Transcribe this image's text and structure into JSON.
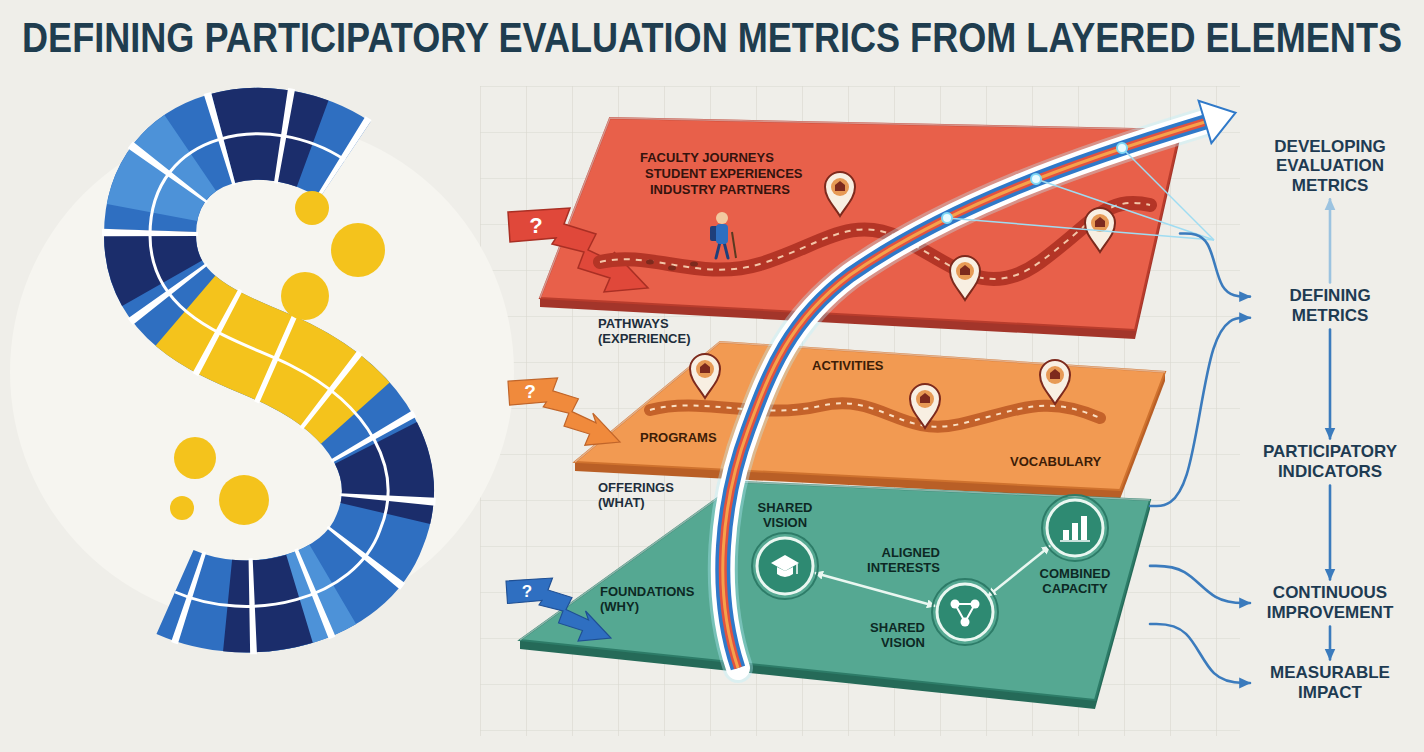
{
  "diagram": {
    "title": "DEFINING PARTICIPATORY EVALUATION METRICS FROM LAYERED ELEMENTS",
    "nodes": [
      {
        "text": [
          "FACULTY JOURNEYS",
          "STUDENT EXPERIENCES",
          "INDUSTRY PARTNERS",
          "PATHWAYS (EXPERIENCE)"
        ]
      },
      {
        "text": [
          "ACTIVITIES",
          "PROGRAMS",
          "VOCABULARY",
          "OFFERINGS (WHAT)"
        ]
      },
      {
        "text": [
          "SHARED VISION",
          "ALIGNED INTERESTS",
          "SHARED VISION",
          "COMBINED CAPACITY",
          "FOUNDATIONS (WHY)"
        ]
      },
      {
        "text": [
          "DEVELOPING EVALUATION METRICS"
        ]
      },
      {
        "text": [
          "DEFINING METRICS"
        ]
      },
      {
        "text": [
          "PARTICIPATORY INDICATORS"
        ]
      },
      {
        "text": [
          "CONTINUOUS IMPROVEMENT"
        ]
      },
      {
        "text": [
          "MEASURABLE IMPACT"
        ]
      }
    ],
    "edges": [
      {
        "from": 0,
        "to": 4,
        "arrow": "to"
      },
      {
        "from": 2,
        "to": 4,
        "arrow": "to"
      },
      {
        "from": 4,
        "to": 3,
        "arrow": "to"
      },
      {
        "from": 4,
        "to": 5,
        "arrow": "to"
      },
      {
        "from": 5,
        "to": 6,
        "arrow": "to"
      },
      {
        "from": 2,
        "to": 6,
        "arrow": "to"
      },
      {
        "from": 6,
        "to": 7,
        "arrow": "to"
      },
      {
        "from": 2,
        "to": 7,
        "arrow": "to"
      }
    ],
    "labels": [
      "?",
      "?",
      "?"
    ]
  }
}
